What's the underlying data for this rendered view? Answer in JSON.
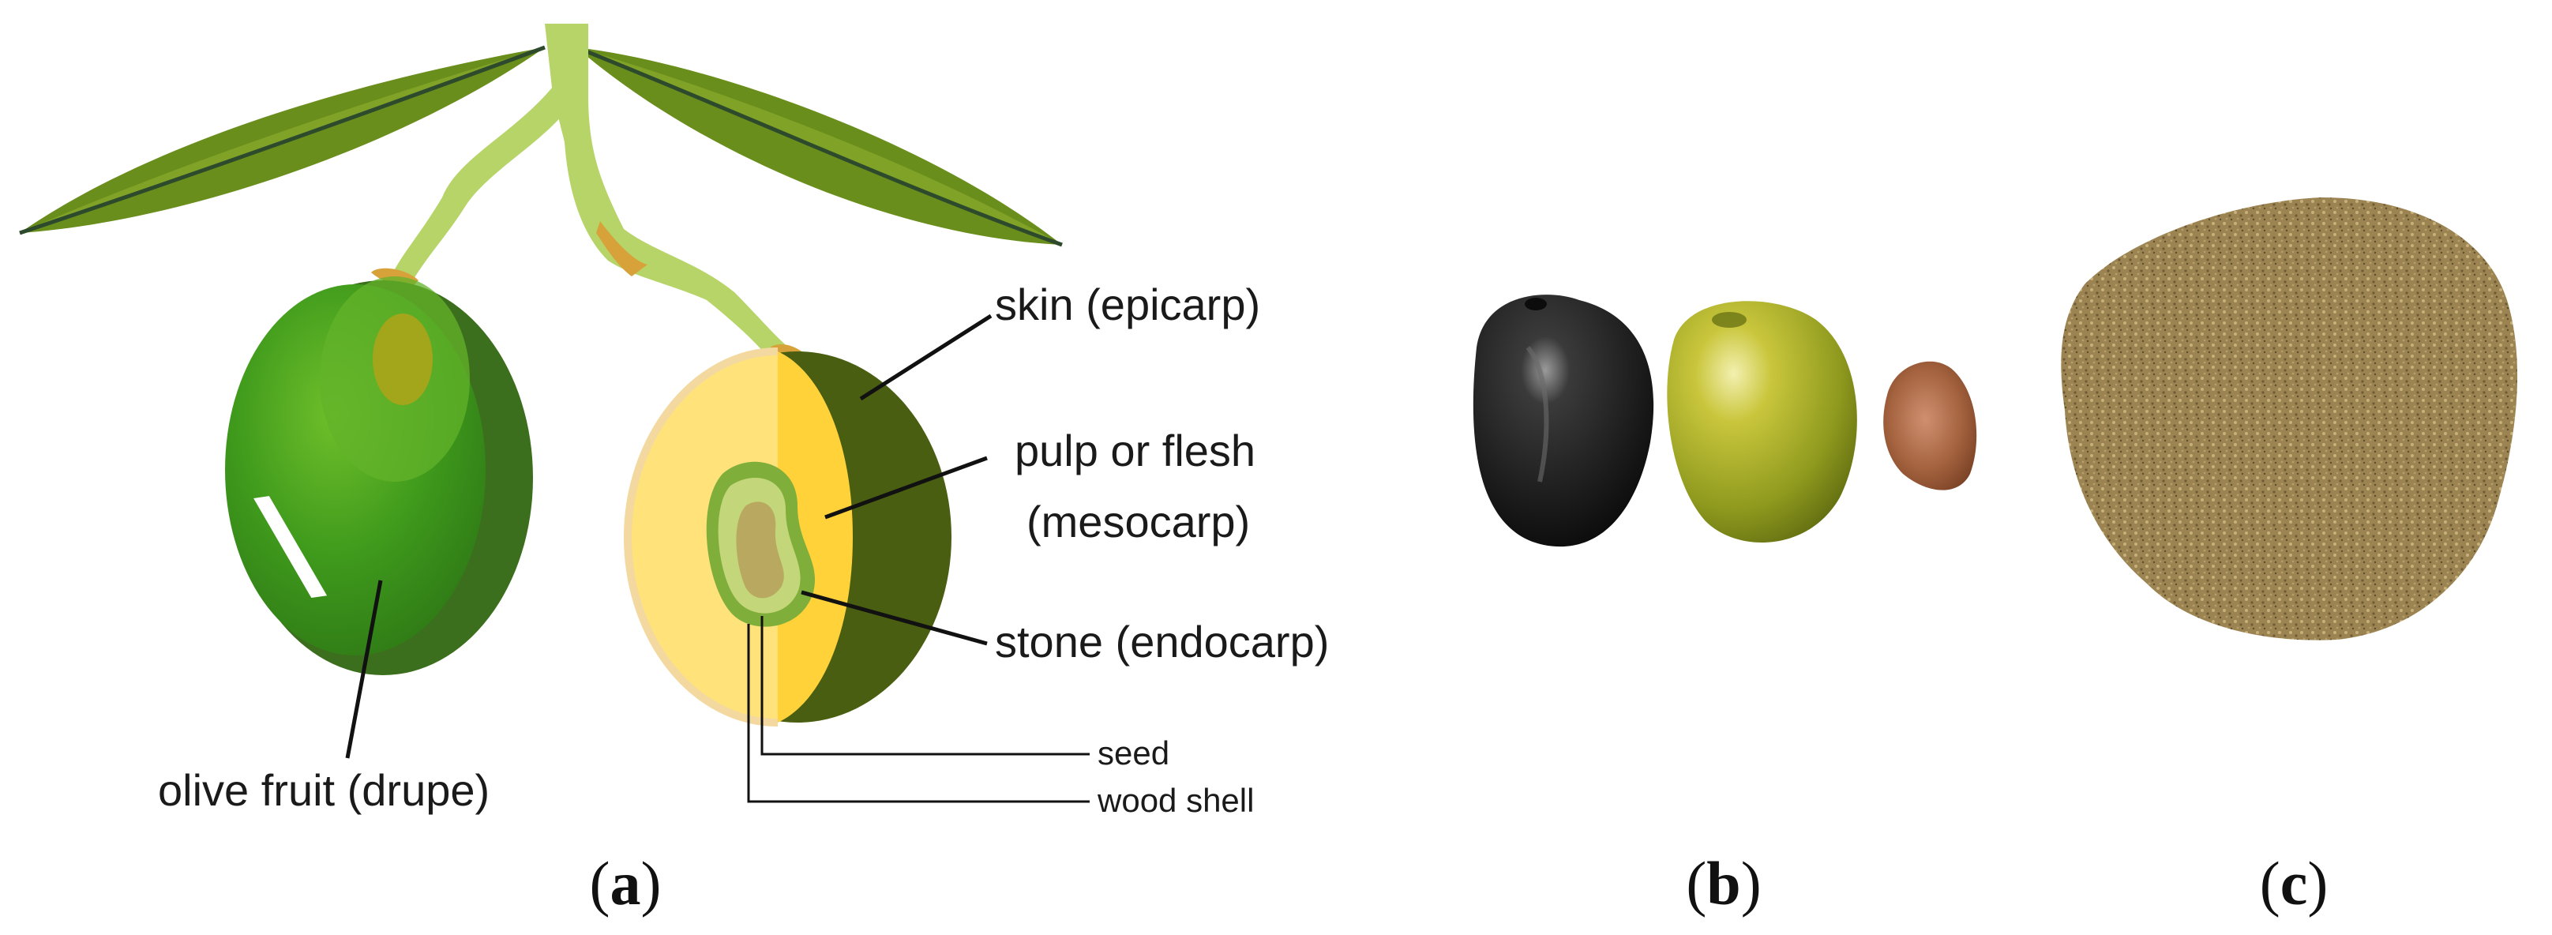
{
  "labels": {
    "olive_fruit": "olive fruit (drupe)",
    "skin": "skin (epicarp)",
    "pulp_line1": "pulp or flesh",
    "pulp_line2": "(mesocarp)",
    "stone": "stone (endocarp)",
    "seed": "seed",
    "wood_shell": "wood shell"
  },
  "panels": {
    "a": {
      "open": "(",
      "letter": "a",
      "close": ")"
    },
    "b": {
      "open": "(",
      "letter": "b",
      "close": ")"
    },
    "c": {
      "open": "(",
      "letter": "c",
      "close": ")"
    }
  },
  "colors": {
    "leaf": "#6e8f1e",
    "leaf_vein": "#2f4a2a",
    "stem": "#b9d66a",
    "stem_joint": "#d7a23a",
    "olive_green": "#3f8f1f",
    "olive_dark": "#3c6f1d",
    "olive_highlight": "#a3a51a",
    "cut_skin": "#4a5e12",
    "cut_pulp_light": "#ffe27a",
    "cut_pulp_yellow": "#ffd23a",
    "stone_outer": "#7fae3a",
    "stone_mid": "#c4d67a",
    "seed": "#b8a860",
    "black_olive": "#1c1c1c",
    "green_olive": "#9fa626",
    "stone_photo": "#a05a3a",
    "powder": "#9a8150"
  }
}
